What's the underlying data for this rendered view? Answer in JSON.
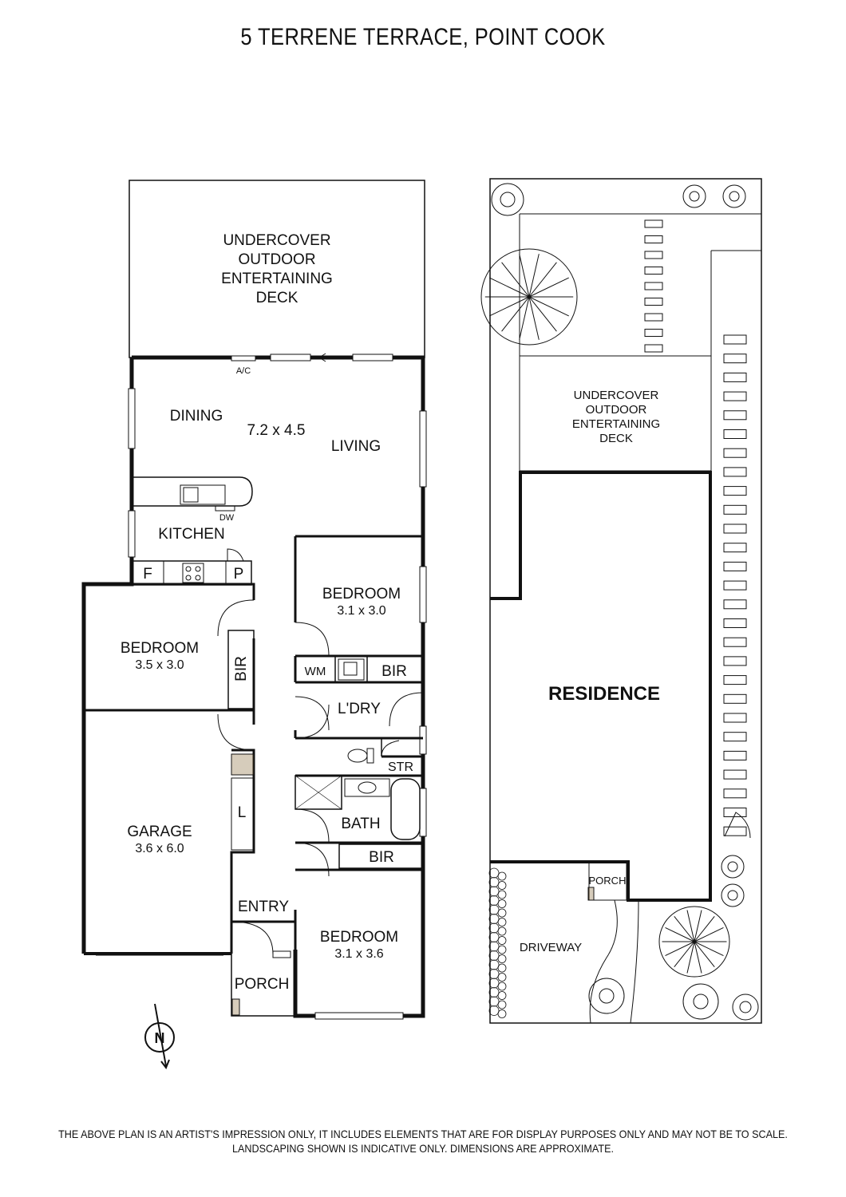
{
  "title": "5 TERRENE TERRACE, POINT COOK",
  "floor_plan": {
    "deck_lines": [
      "UNDERCOVER",
      "OUTDOOR",
      "ENTERTAINING",
      "DECK"
    ],
    "ac": "A/C",
    "dining": "DINING",
    "living_dims": "7.2 x 4.5",
    "living": "LIVING",
    "dw": "DW",
    "kitchen": "KITCHEN",
    "fridge": "F",
    "pantry": "P",
    "bedroom1": {
      "name": "BEDROOM",
      "dims": "3.1 x 3.0"
    },
    "bedroom2": {
      "name": "BEDROOM",
      "dims": "3.5 x 3.0"
    },
    "bedroom3": {
      "name": "BEDROOM",
      "dims": "3.1 x 3.6"
    },
    "bir": "BIR",
    "wm": "WM",
    "laundry": "L'DRY",
    "store": "STR",
    "bath": "BATH",
    "garage": {
      "name": "GARAGE",
      "dims": "3.6 x 6.0"
    },
    "linen": "L",
    "entry": "ENTRY",
    "porch": "PORCH",
    "north": "N"
  },
  "site_plan": {
    "deck_lines": [
      "UNDERCOVER",
      "OUTDOOR",
      "ENTERTAINING",
      "DECK"
    ],
    "residence": "RESIDENCE",
    "porch": "PORCH",
    "driveway": "DRIVEWAY"
  },
  "disclaimer": [
    "THE ABOVE PLAN IS AN ARTIST'S IMPRESSION ONLY, IT INCLUDES ELEMENTS THAT ARE FOR DISPLAY PURPOSES ONLY AND MAY NOT BE TO SCALE.",
    "LANDSCAPING SHOWN IS INDICATIVE ONLY. DIMENSIONS ARE APPROXIMATE."
  ]
}
